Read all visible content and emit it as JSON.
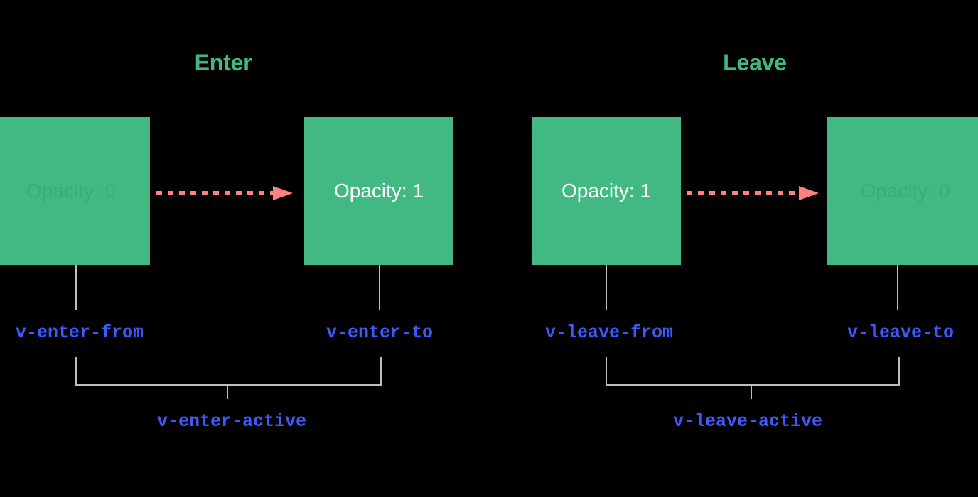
{
  "theme": {
    "background": "#000000",
    "box_fill": "#42b883",
    "heading_color": "#41b883",
    "box_text_color": "#ffffff",
    "box_text_faded_color": "#3cab79",
    "arrow_color": "#fc8181",
    "connector_color": "#bdbdbd",
    "class_label_color": "#3d5afe"
  },
  "sections": {
    "enter": {
      "title": "Enter",
      "from_box": {
        "text": "Opacity: 0",
        "state": "faded"
      },
      "to_box": {
        "text": "Opacity: 1",
        "state": "solid"
      },
      "arrow": {
        "name": "transition-arrow",
        "style": "dashed",
        "direction": "right"
      },
      "from_label": "v-enter-from",
      "to_label": "v-enter-to",
      "active_label": "v-enter-active"
    },
    "leave": {
      "title": "Leave",
      "from_box": {
        "text": "Opacity: 1",
        "state": "solid"
      },
      "to_box": {
        "text": "Opacity: 0",
        "state": "faded"
      },
      "arrow": {
        "name": "transition-arrow",
        "style": "dashed",
        "direction": "right"
      },
      "from_label": "v-leave-from",
      "to_label": "v-leave-to",
      "active_label": "v-leave-active"
    }
  }
}
